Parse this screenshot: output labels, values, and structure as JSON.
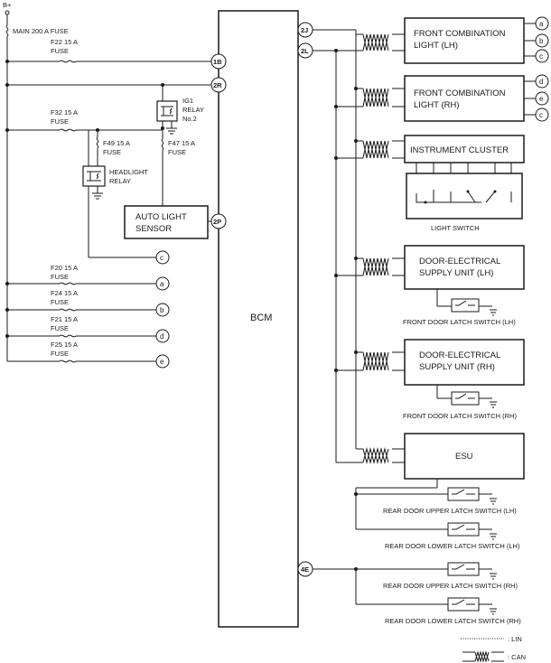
{
  "power": {
    "source": "B+",
    "main_fuse": "MAIN 200 A FUSE"
  },
  "fuses": {
    "f22": [
      "F22 15 A",
      "FUSE"
    ],
    "f32": [
      "F32 15 A",
      "FUSE"
    ],
    "f49": [
      "F49 15 A",
      "FUSE"
    ],
    "f47": [
      "F47 15 A",
      "FUSE"
    ],
    "f20": [
      "F20 15 A",
      "FUSE"
    ],
    "f24": [
      "F24 15 A",
      "FUSE"
    ],
    "f21": [
      "F21 15 A",
      "FUSE"
    ],
    "f25": [
      "F25 15 A",
      "FUSE"
    ]
  },
  "relays": {
    "ig1": [
      "IG1",
      "RELAY",
      "No.2"
    ],
    "headlight": [
      "HEADLIGHT",
      "RELAY"
    ]
  },
  "sensor": [
    "AUTO LIGHT",
    "SENSOR"
  ],
  "bcm": {
    "label": "BCM",
    "pins": {
      "p1b": "1B",
      "p2r": "2R",
      "p2p": "2P",
      "p2j": "2J",
      "p2l": "2L",
      "p4e": "4E"
    }
  },
  "modules": {
    "front_lh": [
      "FRONT COMBINATION",
      "LIGHT (LH)"
    ],
    "front_rh": [
      "FRONT COMBINATION",
      "LIGHT (RH)"
    ],
    "cluster": "INSTRUMENT CLUSTER",
    "light_switch": "LIGHT SWITCH",
    "door_lh": [
      "DOOR-ELECTRICAL",
      "SUPPLY UNIT (LH)"
    ],
    "door_rh": [
      "DOOR-ELECTRICAL",
      "SUPPLY UNIT (RH)"
    ],
    "esu": "ESU"
  },
  "switches": {
    "fdl_lh": "FRONT DOOR LATCH SWITCH (LH)",
    "fdl_rh": "FRONT DOOR LATCH SWITCH (RH)",
    "rdu_lh": "REAR DOOR UPPER LATCH SWITCH (LH)",
    "rdl_lh": "REAR DOOR LOWER LATCH SWITCH (LH)",
    "rdu_rh": "REAR DOOR UPPER LATCH SWITCH (RH)",
    "rdl_rh": "REAR DOOR LOWER LATCH SWITCH (RH)"
  },
  "connectors": {
    "a": "a",
    "b": "b",
    "c": "c",
    "d": "d",
    "e": "e"
  },
  "legend": {
    "lin": ": LIN",
    "can": ": CAN"
  }
}
